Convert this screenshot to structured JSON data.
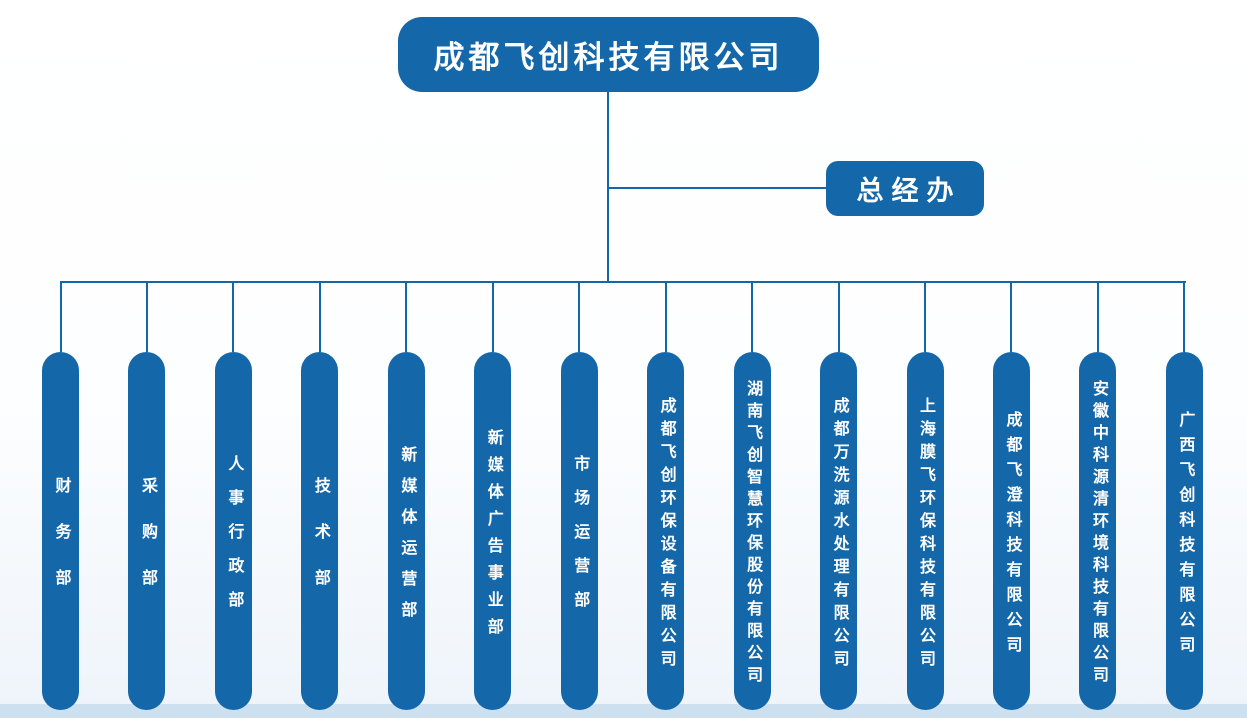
{
  "colors": {
    "accent": "#1467a8",
    "node_text": "#ffffff",
    "footer_strip": "#cde0f0"
  },
  "chart": {
    "root": {
      "label": "成都飞创科技有限公司"
    },
    "side_node": {
      "label": "总经办"
    },
    "departments": [
      {
        "label": "财务部"
      },
      {
        "label": "采购部"
      },
      {
        "label": "人事行政部"
      },
      {
        "label": "技术部"
      },
      {
        "label": "新媒体运营部"
      },
      {
        "label": "新媒体广告事业部"
      },
      {
        "label": "市场运营部"
      },
      {
        "label": "成都飞创环保设备有限公司"
      },
      {
        "label": "湖南飞创智慧环保股份有限公司"
      },
      {
        "label": "成都万洗源水处理有限公司"
      },
      {
        "label": "上海膜飞环保科技有限公司"
      },
      {
        "label": "成都飞澄科技有限公司"
      },
      {
        "label": "安徽中科源清环境科技有限公司"
      },
      {
        "label": "广西飞创科技有限公司"
      }
    ]
  }
}
